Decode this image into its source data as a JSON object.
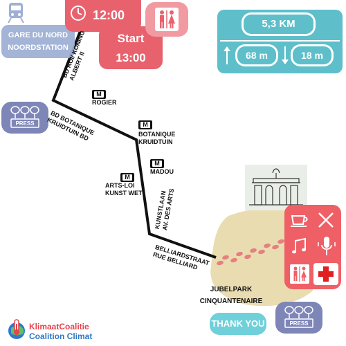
{
  "start_point": {
    "line1": "GARE DU NORD",
    "line2": "NOORDSTATION"
  },
  "schedule": {
    "gather_time": "12:00",
    "start_label": "Start",
    "start_time": "13:00"
  },
  "route_info": {
    "distance": "5,3 KM",
    "ascent": "68 m",
    "descent": "18 m"
  },
  "streets": [
    {
      "line1": "BD ROI/ KONING",
      "line2": "ALBERT II"
    },
    {
      "line1": "BD  BOTANIQUE",
      "line2": "KRUIDTUIN BD"
    },
    {
      "line1": "KUNSTLAAN",
      "line2": "AV. DES ARTS"
    },
    {
      "line1": "BELLIARDSTRAAT",
      "line2": "RUE BELLIARD"
    }
  ],
  "stations": [
    {
      "line1": "ROGIER",
      "line2": ""
    },
    {
      "line1": "BOTANIQUE",
      "line2": "KRUIDTUIN"
    },
    {
      "line1": "MADOU",
      "line2": ""
    },
    {
      "line1": "ARTS-LOI",
      "line2": "KUNST WET"
    }
  ],
  "metro_symbol": "M",
  "destination": {
    "line1": "JUBELPARK",
    "line2": "CINQUANTENAIRE"
  },
  "press_label": "PRESS",
  "thank_you": "THANK YOU",
  "logo": {
    "line1": "KlimaatCoalitie",
    "line2": "Coalition Climat"
  },
  "colors": {
    "route": "#111111",
    "time_red": "#e8626d",
    "toilet_pink": "#f19aa2",
    "distance_teal": "#5ebfca",
    "station_blue": "#9fb0d4",
    "press_purple": "#7e86b8",
    "park_sand": "#e5d6a3",
    "footprints": "#e58080",
    "thankyou_teal": "#6fd0da",
    "logo_red": "#e8424b",
    "logo_blue": "#2f79c8"
  },
  "icons": [
    "train-icon",
    "clock-icon",
    "toilet-icon",
    "arrow-up-icon",
    "arrow-down-icon",
    "microphone-press-icon",
    "arch-monument-icon",
    "tea-cup-icon",
    "cutlery-icon",
    "music-notes-icon",
    "microphone-icon",
    "first-aid-cross-icon",
    "footprints-icon",
    "globe-thermometer-icon"
  ]
}
